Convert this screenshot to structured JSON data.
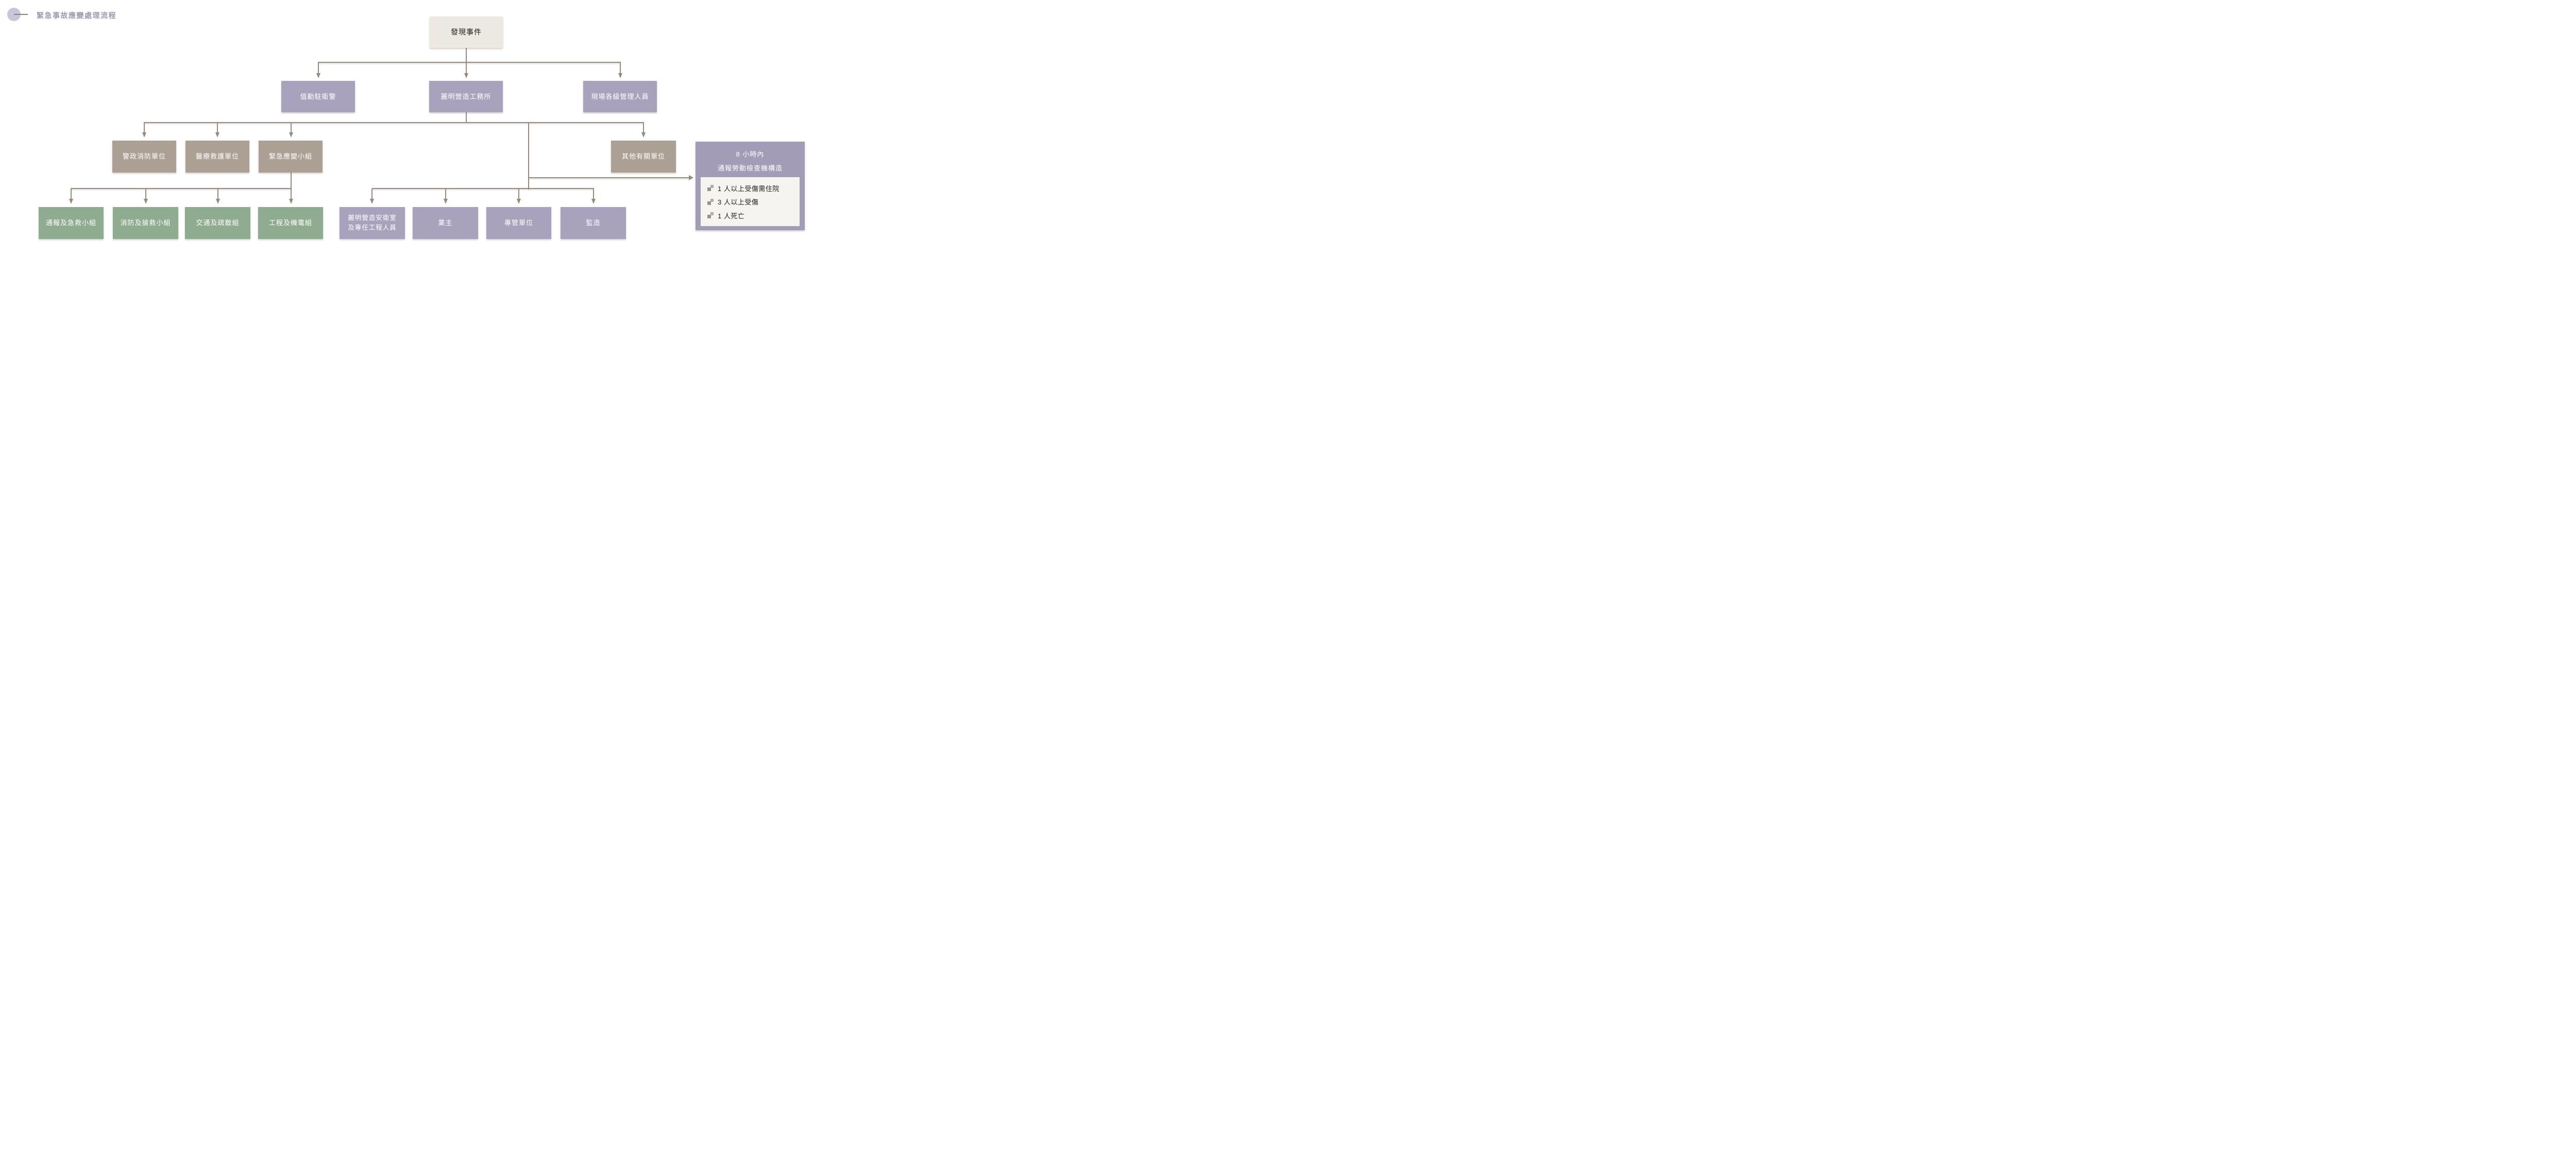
{
  "header": {
    "title": "緊急事故應變處理流程"
  },
  "colors": {
    "title_text": "#a19ab3",
    "title_circle": "#cac6d9",
    "start_node": "#ece9e3",
    "purple_node": "#a8a2bc",
    "taupe_node": "#aca095",
    "green_node": "#8fac91",
    "panel_background": "#a29cb6",
    "panel_inner": "#f5f4f1",
    "connector": "#97897c",
    "node_text": "#ffffff"
  },
  "nodes": {
    "discover": {
      "label": "發現事件"
    },
    "row2": [
      {
        "label": "值勤駐衛警"
      },
      {
        "label": "麗明營造工務所"
      },
      {
        "label": "現場各級管理人員"
      }
    ],
    "row3": [
      {
        "label": "警政消防單位"
      },
      {
        "label": "醫療救護單位"
      },
      {
        "label": "緊急應變小組"
      },
      {
        "label": "其他有關單位"
      }
    ],
    "row4_green": [
      {
        "label": "通報及急救小組"
      },
      {
        "label": "消防及搶救小組"
      },
      {
        "label": "交通及疏散組"
      },
      {
        "label": "工程及機電組"
      }
    ],
    "row4_purple": [
      {
        "label": "麗明營造安衛室\n及專任工程人員"
      },
      {
        "label": "業主"
      },
      {
        "label": "專管單位"
      },
      {
        "label": "監造"
      }
    ]
  },
  "notify_panel": {
    "title": "8 小時內\n通報勞動檢查機構造",
    "items": [
      "1 人以上受傷需住院",
      "3 人以上受傷",
      "1 人死亡"
    ]
  }
}
